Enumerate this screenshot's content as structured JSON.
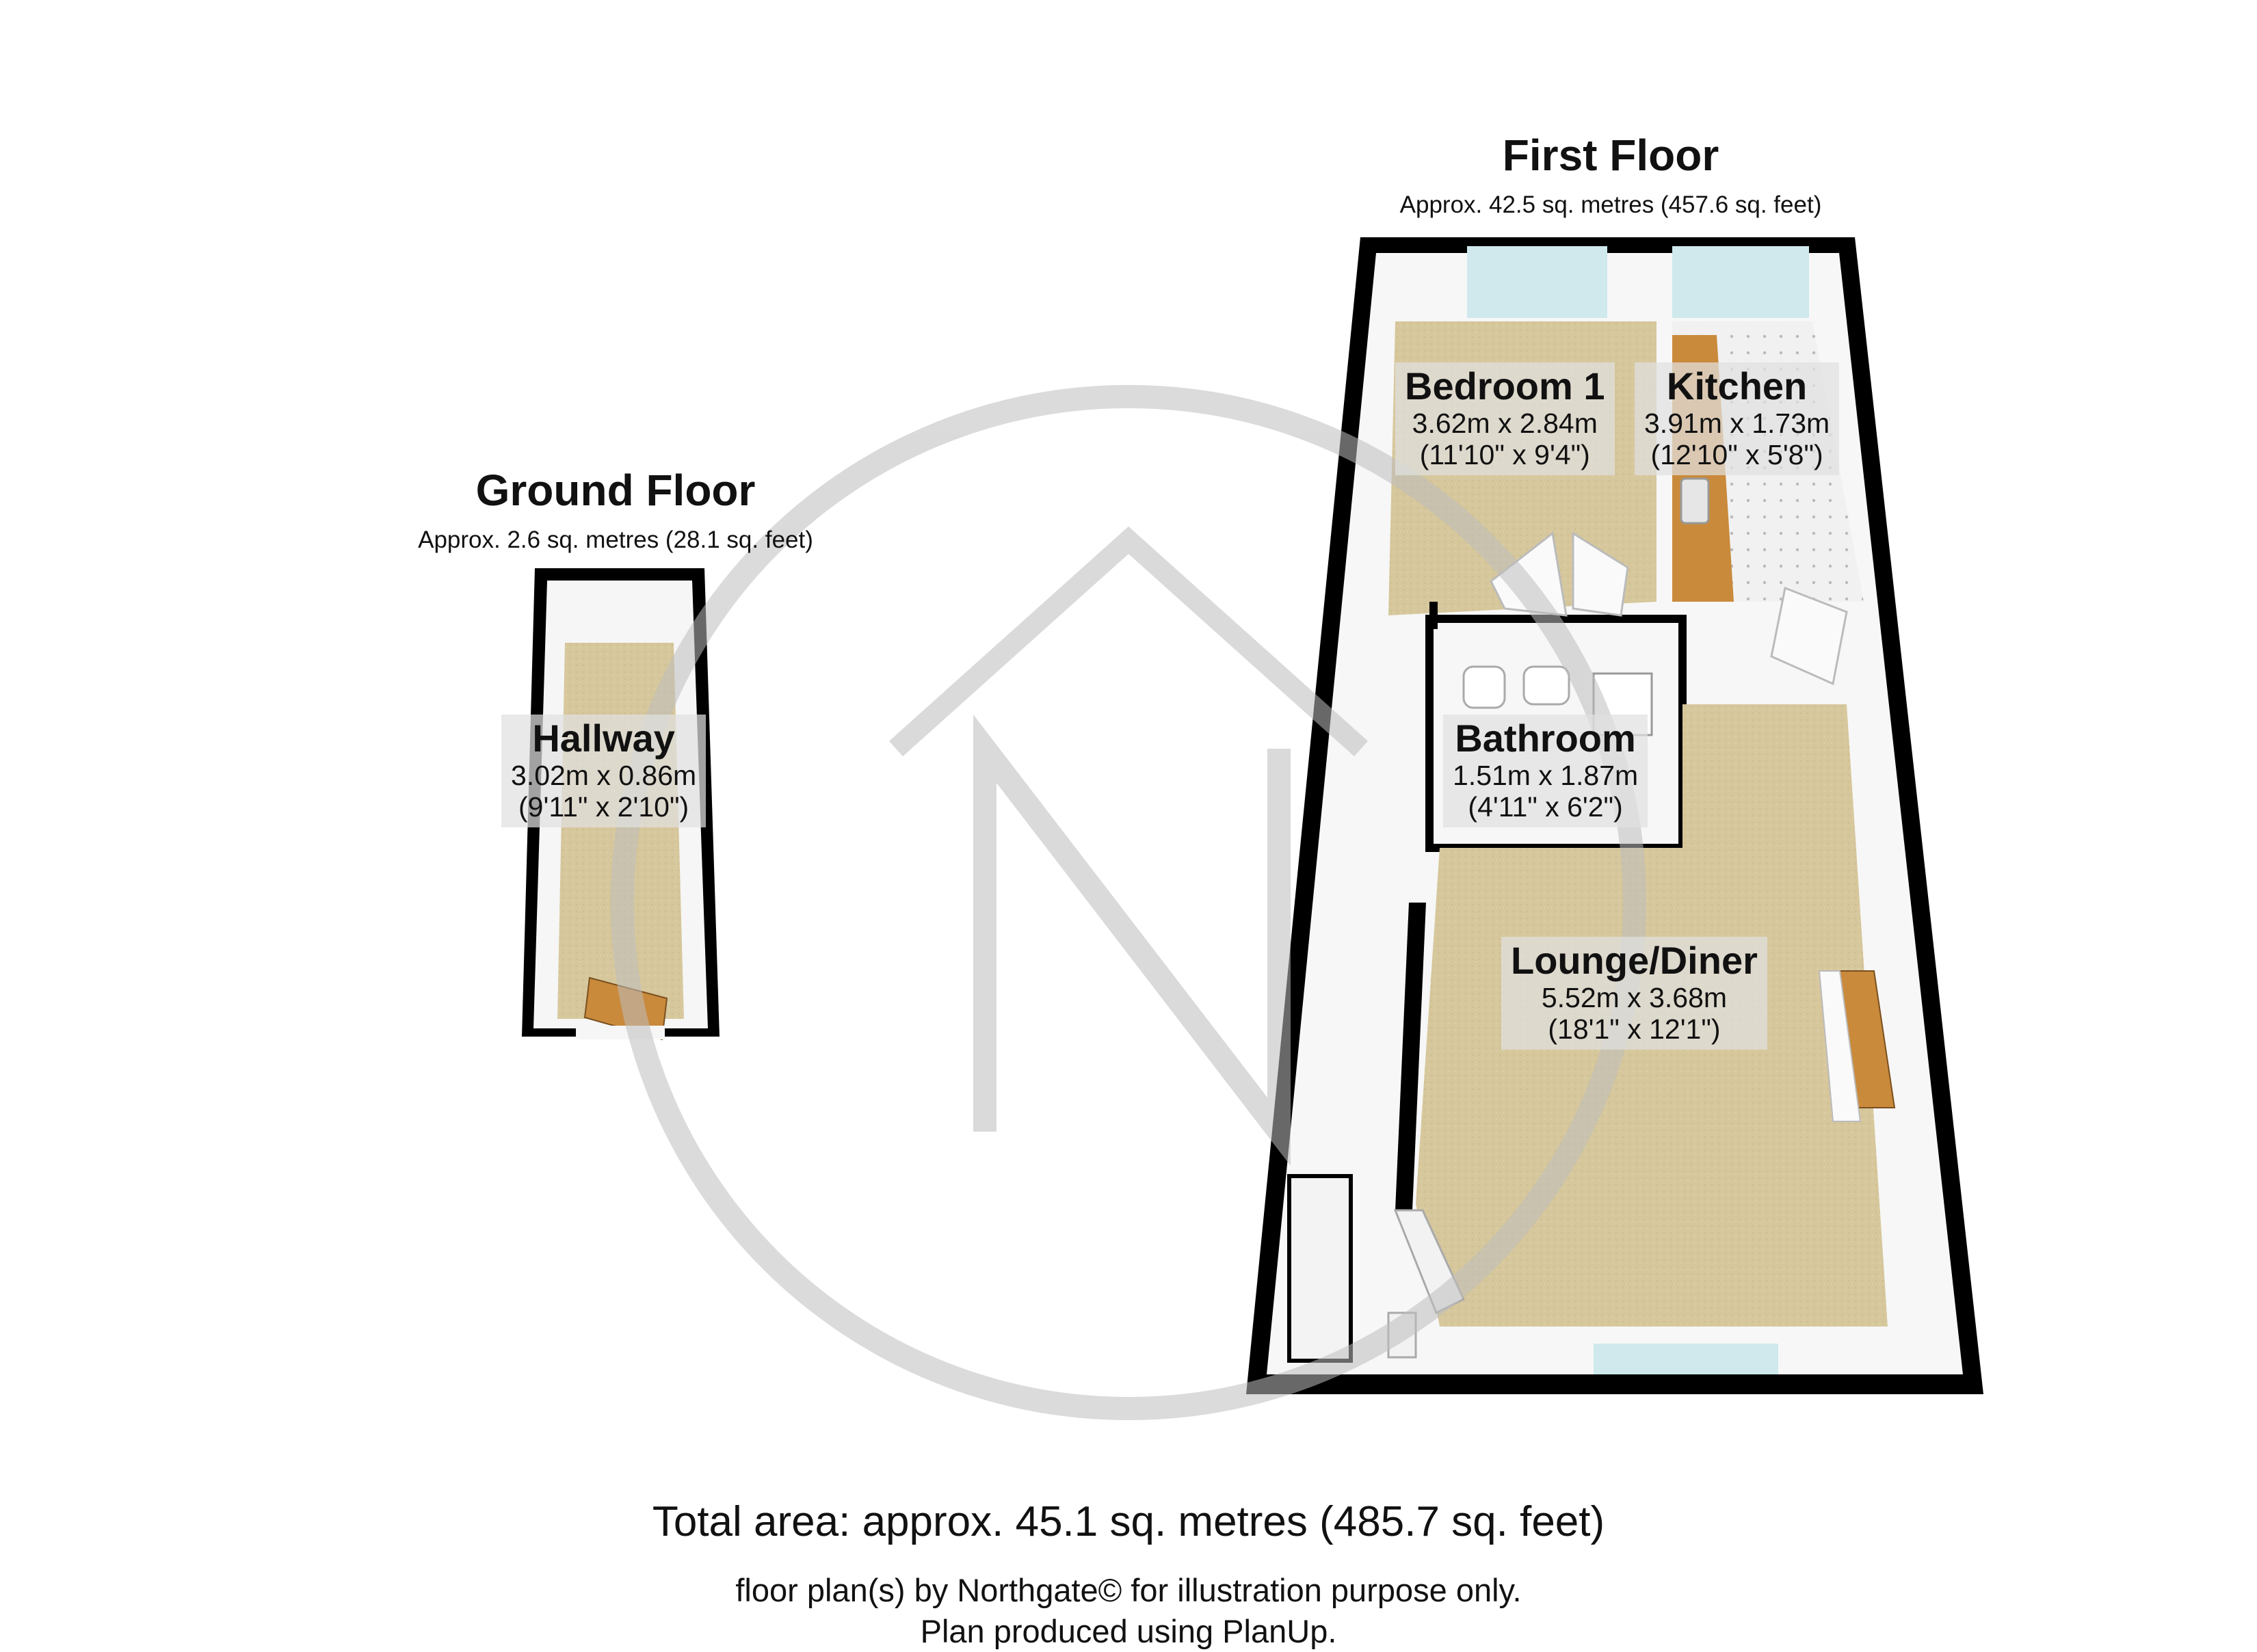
{
  "first_floor": {
    "title": "First Floor",
    "area": "Approx. 42.5 sq. metres (457.6 sq. feet)"
  },
  "ground_floor": {
    "title": "Ground Floor",
    "area": "Approx. 2.6 sq. metres (28.1 sq. feet)"
  },
  "rooms": {
    "bedroom1": {
      "name": "Bedroom 1",
      "metric": "3.62m x 2.84m",
      "imperial": "(11'10\" x 9'4\")"
    },
    "kitchen": {
      "name": "Kitchen",
      "metric": "3.91m x 1.73m",
      "imperial": "(12'10\" x 5'8\")"
    },
    "bathroom": {
      "name": "Bathroom",
      "metric": "1.51m x 1.87m",
      "imperial": "(4'11\" x 6'2\")"
    },
    "lounge": {
      "name": "Lounge/Diner",
      "metric": "5.52m x 3.68m",
      "imperial": "(18'1\" x 12'1\")"
    },
    "hallway": {
      "name": "Hallway",
      "metric": "3.02m x 0.86m",
      "imperial": "(9'11\" x 2'10\")"
    }
  },
  "footer": {
    "total_area": "Total area: approx. 45.1 sq. metres (485.7 sq. feet)",
    "credit_line1": "floor plan(s) by Northgate© for illustration purpose only.",
    "credit_line2": "Plan produced using PlanUp."
  },
  "colors": {
    "wall": "#000000",
    "wall_face": "#f7f7f7",
    "carpet": "#d9cba0",
    "worktop": "#c98a3c",
    "window": "#cfe9ec",
    "watermark": "#c8c8c8"
  }
}
